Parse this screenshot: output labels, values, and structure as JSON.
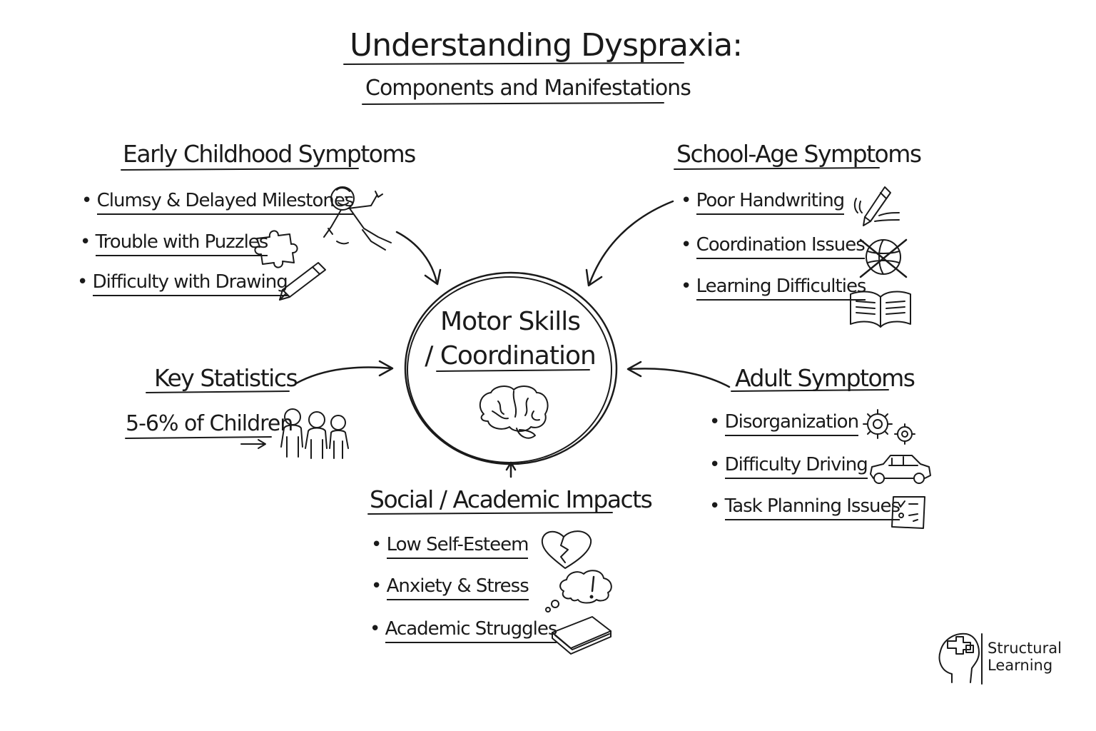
{
  "title": "Understanding Dyspraxia:",
  "subtitle": "Components and Manifestations",
  "center": {
    "line1": "Motor Skills",
    "line2": "/ Coordination",
    "icon": "brain-icon"
  },
  "early_childhood": {
    "heading": "Early Childhood Symptoms",
    "items": [
      {
        "label": "Clumsy & Delayed Milestones",
        "icon": "falling-child-icon"
      },
      {
        "label": "Trouble with Puzzles",
        "icon": "puzzle-piece-icon"
      },
      {
        "label": "Difficulty with Drawing",
        "icon": "pencil-icon"
      }
    ]
  },
  "school_age": {
    "heading": "School-Age Symptoms",
    "items": [
      {
        "label": "Poor Handwriting",
        "icon": "writing-pencil-icon"
      },
      {
        "label": "Coordination Issues",
        "icon": "crossed-ball-icon"
      },
      {
        "label": "Learning Difficulties",
        "icon": "open-book-icon"
      }
    ]
  },
  "key_statistics": {
    "heading": "Key Statistics",
    "items": [
      {
        "label": "5-6% of Children",
        "icon": "children-group-icon"
      }
    ]
  },
  "adult": {
    "heading": "Adult Symptoms",
    "items": [
      {
        "label": "Disorganization",
        "icon": "gears-icon"
      },
      {
        "label": "Difficulty Driving",
        "icon": "car-icon"
      },
      {
        "label": "Task Planning Issues",
        "icon": "checklist-icon"
      }
    ]
  },
  "social_academic": {
    "heading": "Social / Academic Impacts",
    "items": [
      {
        "label": "Low Self-Esteem",
        "icon": "broken-heart-icon"
      },
      {
        "label": "Anxiety & Stress",
        "icon": "thought-bubble-exclamation-icon"
      },
      {
        "label": "Academic Struggles",
        "icon": "closed-book-icon"
      }
    ]
  },
  "brand": {
    "line1": "Structural",
    "line2": "Learning",
    "icon": "head-puzzle-logo-icon"
  }
}
